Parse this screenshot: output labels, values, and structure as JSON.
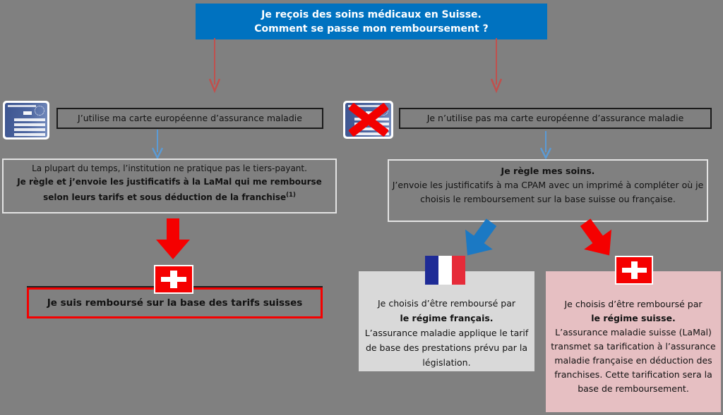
{
  "colors": {
    "background": "#808080",
    "header_bg": "#0072C0",
    "thin_arrow_red": "#C0504D",
    "thin_arrow_blue": "#5B9BD5",
    "block_arrow_red": "#F50000",
    "block_arrow_blue": "#1B79C4",
    "result_box_border": "#F50000",
    "french_option_bg": "#D9D9D9",
    "swiss_option_bg": "#E6BFC2",
    "french_flag_navy": "#1E2B96",
    "french_flag_red": "#E62B39",
    "swiss_flag_red": "#F50000",
    "ehic_card_blue": "#4D66A0"
  },
  "icons": {
    "left_card": "ehic-card-icon",
    "right_card": "ehic-card-crossed-icon",
    "red_x": "red-x-icon",
    "thin_red_down_arrows": "thin-red-down-arrow-icon",
    "thin_blue_down_arrows": "thin-blue-down-arrow-icon",
    "red_block_down_arrow": "red-block-down-arrow-icon",
    "blue_block_diagonal_arrow": "blue-block-diagonal-arrow-icon",
    "red_block_diagonal_arrow": "red-block-diagonal-arrow-icon",
    "swiss_flag": "swiss-flag-icon",
    "french_flag": "french-flag-icon"
  },
  "header": {
    "line1": "Je reçois des soins médicaux en Suisse.",
    "line2": "Comment se passe mon remboursement ?"
  },
  "left_branch": {
    "label": "J’utilise ma carte européenne d’assurance maladie",
    "info_line1": "La plupart du temps, l’institution ne pratique pas le tiers-payant.",
    "info_bold": "Je règle et j’envoie les justificatifs à la LaMal qui me rembourse selon leurs tarifs et sous déduction de la franchise",
    "info_sup": "(1)",
    "result": "Je suis remboursé sur la base des tarifs suisses"
  },
  "right_branch": {
    "label": "Je n’utilise pas ma carte européenne d’assurance maladie",
    "info_bold": "Je règle mes soins.",
    "info_rest": "J’envoie les justificatifs à ma CPAM avec un imprimé à compléter où je choisis le remboursement sur la base suisse ou française.",
    "french_option": {
      "intro": "Je choisis d’être remboursé par",
      "bold": "le régime français.",
      "rest": "L’assurance maladie applique le tarif de base des prestations prévu par la législation."
    },
    "swiss_option": {
      "intro": "Je choisis d’être remboursé par",
      "bold": "le régime suisse.",
      "rest": "L’assurance maladie suisse (LaMal) transmet sa tarification à l’assurance maladie française en déduction des franchises. Cette tarification sera la base de remboursement."
    }
  }
}
